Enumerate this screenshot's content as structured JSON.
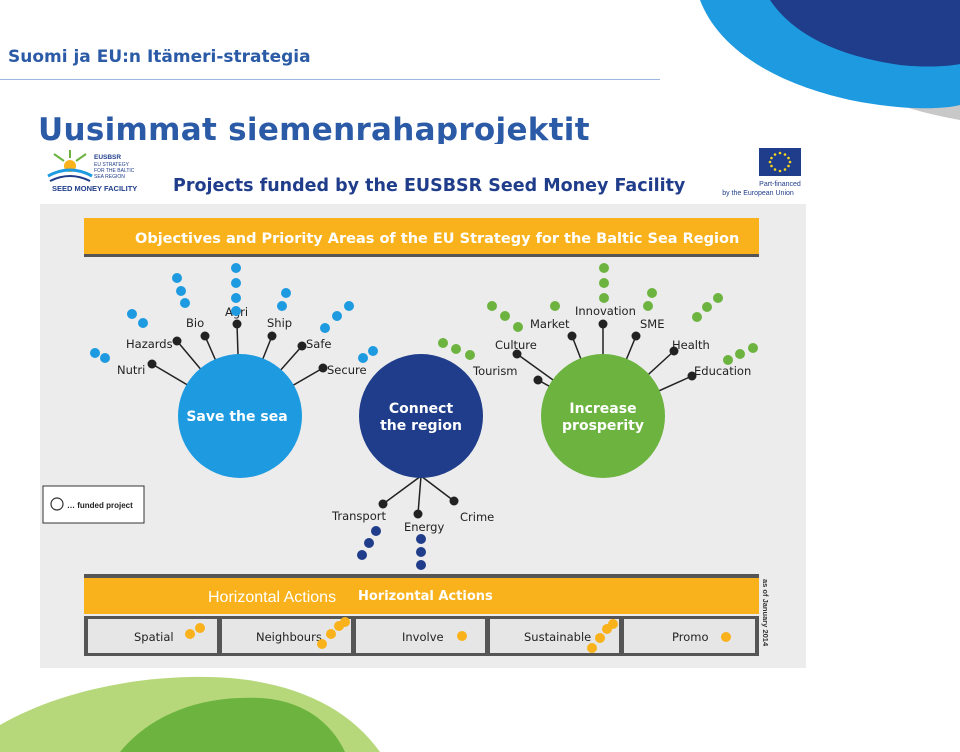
{
  "slide": {
    "header": "Suomi ja EU:n Itämeri-strategia",
    "title": "Uusimmat siemenrahaprojektit"
  },
  "colors": {
    "blue_dark": "#1f3d8a",
    "blue_light": "#1e9ae0",
    "green": "#6cb33f",
    "yellow": "#f9b21b",
    "gray_bg": "#ececec"
  },
  "poster": {
    "logo_left": {
      "lines": [
        "EUSBSR",
        "EU STRATEGY",
        "FOR THE BALTIC",
        "SEA REGION"
      ],
      "caption": "SEED MONEY FACILITY"
    },
    "title": "Projects funded by the EUSBSR Seed Money Facility",
    "eu_logo": {
      "line1": "Part-financed",
      "line2": "by the European Union"
    },
    "objectives_banner": "Objectives and Priority Areas of the EU Strategy for the Baltic Sea Region",
    "hubs": {
      "save": {
        "line1": "Save the sea",
        "line2": ""
      },
      "connect": {
        "line1": "Connect",
        "line2": "the region"
      },
      "prosperity": {
        "line1": "Increase",
        "line2": "prosperity"
      }
    },
    "areas": {
      "nutri": "Nutri",
      "hazards": "Hazards",
      "bio": "Bio",
      "agri": "Agri",
      "ship": "Ship",
      "safe": "Safe",
      "secure": "Secure",
      "culture": "Culture",
      "tourism": "Tourism",
      "market": "Market",
      "innovation": "Innovation",
      "sme": "SME",
      "health": "Health",
      "education": "Education",
      "transport": "Transport",
      "energy": "Energy",
      "crime": "Crime"
    },
    "legend": "… funded project",
    "horizontal_banner": {
      "label_a": "Horizontal Actions",
      "label_b": "Horizontal Actions"
    },
    "horizontal_actions": [
      "Spatial",
      "Neighbours",
      "Involve",
      "Sustainable",
      "Promo"
    ],
    "date_note": "as of January 2014"
  }
}
